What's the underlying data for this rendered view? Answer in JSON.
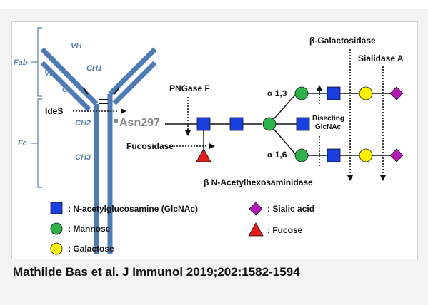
{
  "figure": {
    "domain_labels": {
      "fab": "Fab",
      "fc": "Fc",
      "vh": "VH",
      "vl": "VL",
      "ch1": "CH1",
      "cl": "CL",
      "ch2": "CH2",
      "ch3": "CH3"
    },
    "asn_label": "Asn297",
    "enzymes": {
      "ides": "IdeS",
      "pngase": "PNGase F",
      "fucosidase": "Fucosidase",
      "galactosidase": "β-Galactosidase",
      "sialidase": "Sialidase A",
      "hexosaminidase": "β N-Acetylhexosaminidase"
    },
    "linkages": {
      "a13": "α 1,3",
      "a16": "α 1,6"
    },
    "bisecting": {
      "line1": "Bisecting",
      "line2": "GlcNAc"
    },
    "legend": {
      "glcnac": ": N-acetylglucosamine (GlcNAc)",
      "mannose": ": Mannose",
      "galactose": ": Galactose",
      "sialic": ": Sialic acid",
      "fucose": ": Fucose"
    },
    "colors": {
      "antibody": "#4f7bb4",
      "glcnac": "#1a3fe0",
      "mannose": "#2eb04a",
      "galactose": "#fff200",
      "sialic": "#b31bb3",
      "fucose": "#e31b1b"
    }
  },
  "citation": "Mathilde Bas et al. J Immunol 2019;202:1582-1594"
}
